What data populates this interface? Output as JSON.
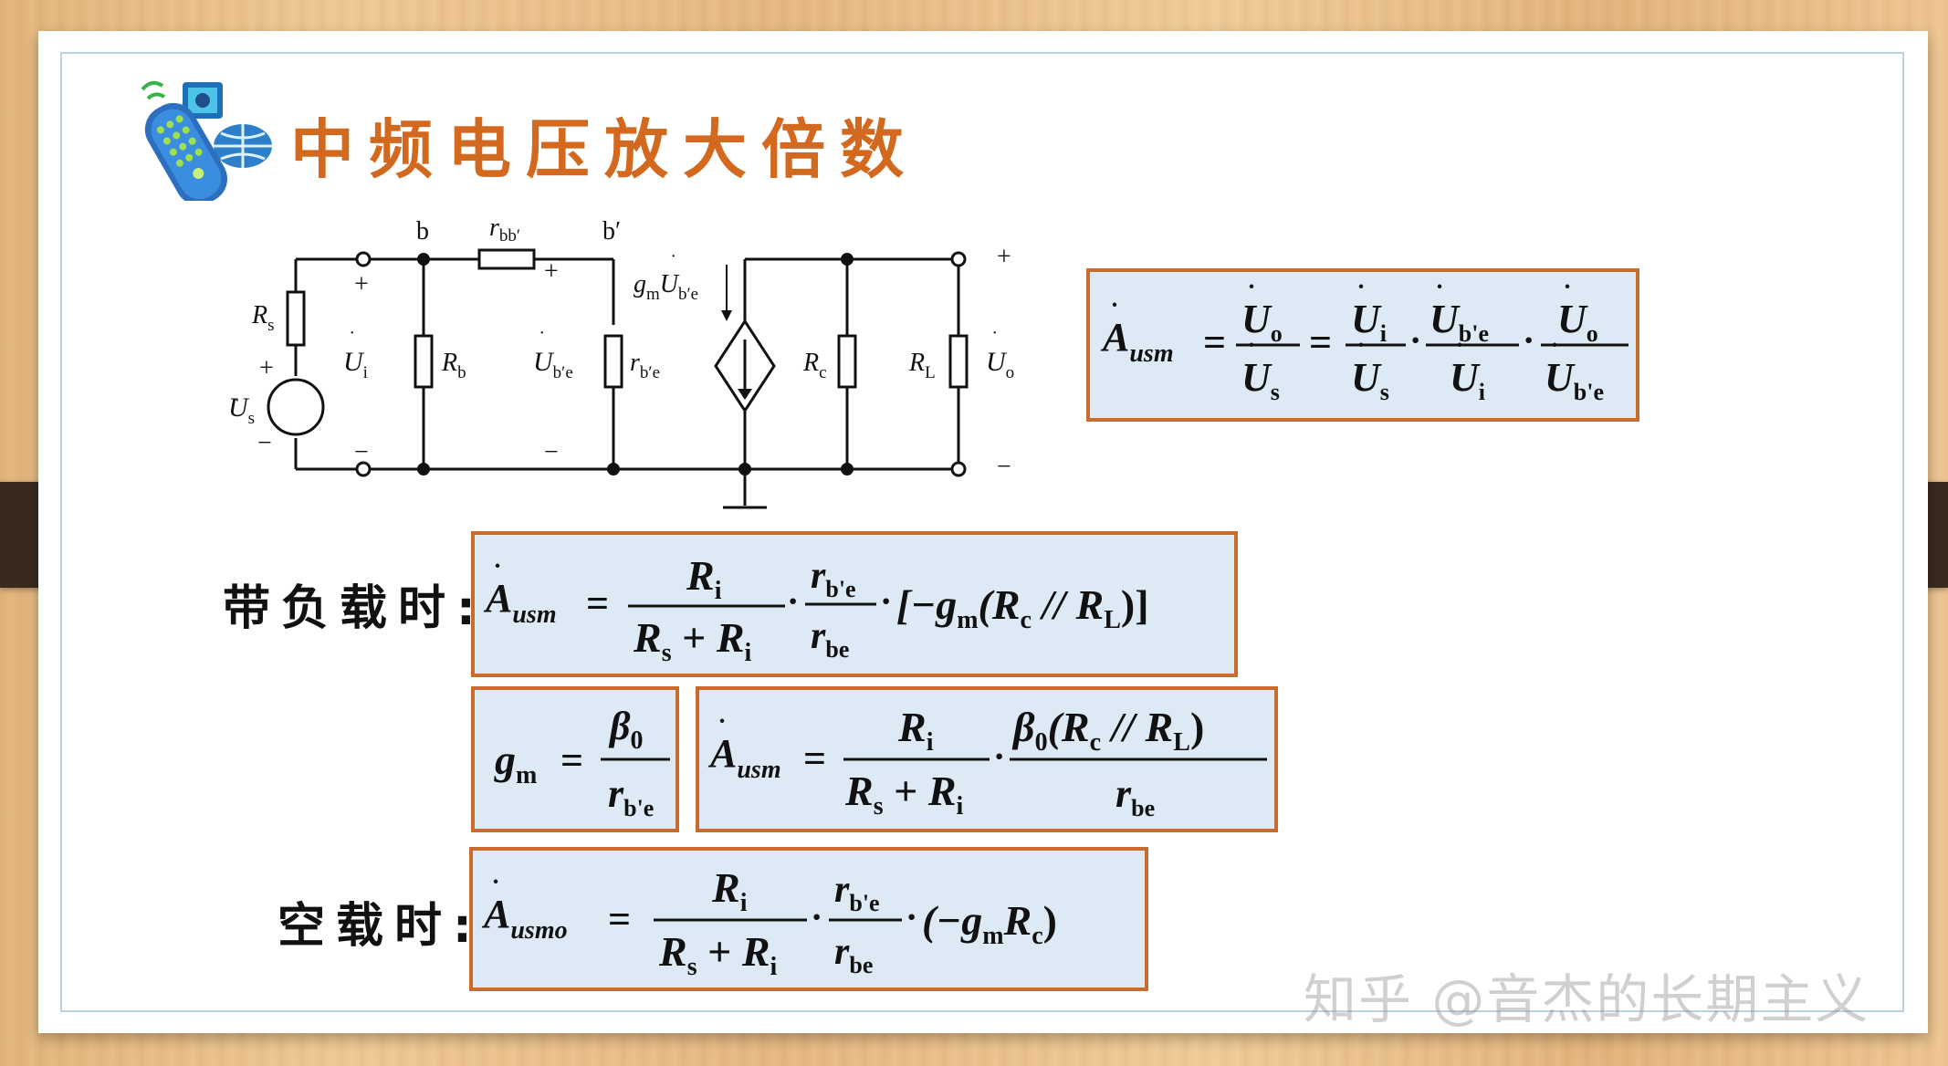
{
  "title": "中频电压放大倍数",
  "colors": {
    "title": "#d2691e",
    "box_border": "#c96a2e",
    "box_fill": "#dde9f5",
    "frame": "#b9d3e0"
  },
  "circuit": {
    "node_b": "b",
    "node_bp": "b′",
    "rbb": {
      "main": "r",
      "sub": "bb′"
    },
    "Rs": {
      "main": "R",
      "sub": "s"
    },
    "Rb": {
      "main": "R",
      "sub": "b"
    },
    "rbe_p": {
      "main": "r",
      "sub": "b′e"
    },
    "Rc": {
      "main": "R",
      "sub": "c"
    },
    "RL": {
      "main": "R",
      "sub": "L"
    },
    "Us": {
      "main": "U",
      "sub": "s"
    },
    "Ui": {
      "main": "U",
      "sub": "i"
    },
    "Ube": {
      "main": "U",
      "sub": "b′e"
    },
    "Uo": {
      "main": "U",
      "sub": "o"
    },
    "source": {
      "gm": "g",
      "gm_sub": "m",
      "u": "U",
      "u_sub": "b′e"
    },
    "plus": "+",
    "minus": "−"
  },
  "formulas": {
    "f1": {
      "lhs_main": "A",
      "lhs_sub": "usm",
      "eq": "=",
      "n1": "U",
      "n1s": "o",
      "d1": "U",
      "d1s": "s",
      "n2": "U",
      "n2s": "i",
      "d2": "U",
      "d2s": "s",
      "n3": "U",
      "n3s": "b'e",
      "d3": "U",
      "d3s": "i",
      "n4": "U",
      "n4s": "o",
      "d4": "U",
      "d4s": "b'e",
      "dot": "·"
    },
    "loaded": {
      "label": "带负载时:",
      "lhs_main": "A",
      "lhs_sub": "usm",
      "eq": "=",
      "n1": "R",
      "n1s": "i",
      "d1a": "R",
      "d1as": "s",
      "plus": "+",
      "d1b": "R",
      "d1bs": "i",
      "n2": "r",
      "n2s": "b'e",
      "d2": "r",
      "d2s": "be",
      "dot": "·",
      "tail_a": "[−g",
      "tail_as": "m",
      "tail_b": "(R",
      "tail_bs": "c",
      "tail_c": " // R",
      "tail_cs": "L",
      "tail_d": ")]"
    },
    "gm": {
      "lhs": "g",
      "lhs_sub": "m",
      "eq": "=",
      "num": "β",
      "num_sub": "0",
      "den": "r",
      "den_sub": "b'e"
    },
    "loaded2": {
      "lhs_main": "A",
      "lhs_sub": "usm",
      "eq": "=",
      "n1": "R",
      "n1s": "i",
      "d1a": "R",
      "d1as": "s",
      "plus": "+",
      "d1b": "R",
      "d1bs": "i",
      "dot": "·",
      "n2a": "β",
      "n2as": "0",
      "n2b": "(R",
      "n2bs": "c",
      "n2c": " // R",
      "n2cs": "L",
      "n2d": ")",
      "d2": "r",
      "d2s": "be"
    },
    "noload": {
      "label": "空载时:",
      "lhs_main": "A",
      "lhs_sub": "usmo",
      "eq": "=",
      "n1": "R",
      "n1s": "i",
      "d1a": "R",
      "d1as": "s",
      "plus": "+",
      "d1b": "R",
      "d1bs": "i",
      "n2": "r",
      "n2s": "b'e",
      "d2": "r",
      "d2s": "be",
      "dot": "·",
      "tail_a": "(−g",
      "tail_as": "m",
      "tail_b": "R",
      "tail_bs": "c",
      "tail_c": ")"
    }
  },
  "watermark": "知乎 @音杰的长期主义"
}
